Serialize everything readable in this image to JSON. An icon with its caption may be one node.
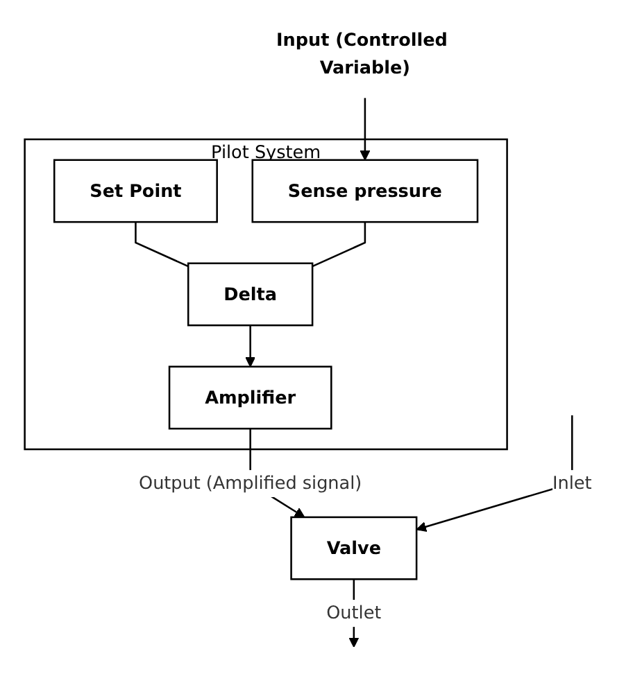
{
  "diagram": {
    "nodes": [
      {
        "text": [
          "Input (Controlled Variable)"
        ]
      },
      {
        "text": [
          "Pilot System"
        ]
      },
      {
        "text": [
          "Set Point"
        ],
        "in": 1
      },
      {
        "text": [
          "Sense pressure"
        ],
        "in": 1
      },
      {
        "text": [
          "Delta"
        ],
        "in": 1
      },
      {
        "text": [
          "Amplifier"
        ],
        "in": 1
      },
      {
        "text": [
          "Valve"
        ]
      }
    ],
    "edges": [
      {
        "from": 0,
        "to": 3,
        "arrow": "to"
      },
      {
        "from": 2,
        "to": 4,
        "arrow": "none"
      },
      {
        "from": 3,
        "to": 4,
        "arrow": "none"
      },
      {
        "from": 4,
        "to": 5,
        "arrow": "to"
      },
      {
        "from": 5,
        "to": 6,
        "arrow": "to",
        "label": "Output (Amplified signal)"
      },
      {
        "from": null,
        "to": 6,
        "arrow": "to",
        "label": "Inlet"
      },
      {
        "from": 6,
        "to": null,
        "arrow": "to",
        "label": "Outlet"
      }
    ]
  }
}
